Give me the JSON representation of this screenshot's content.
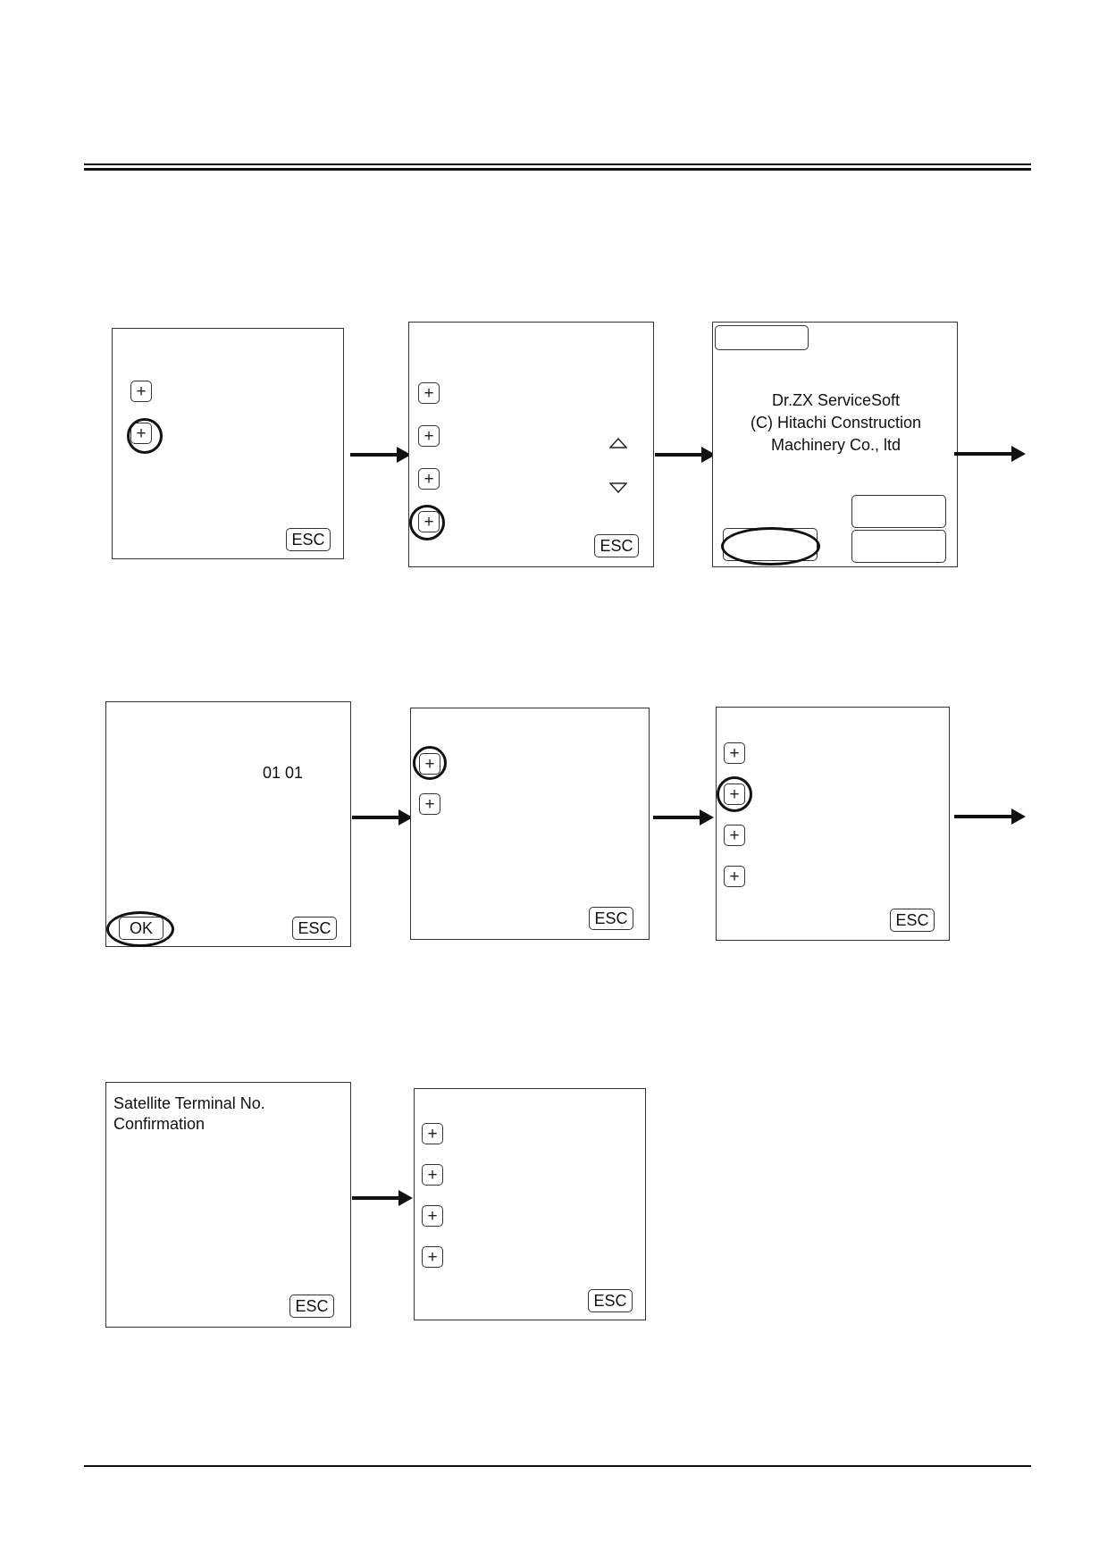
{
  "buttons": {
    "esc": "ESC",
    "ok": "OK",
    "plus": "+"
  },
  "screen_row1_3": {
    "splash_line1": "Dr.ZX ServiceSoft",
    "splash_line2": "(C) Hitachi Construction",
    "splash_line3": "Machinery Co., ltd"
  },
  "screen_row2_1": {
    "value": "01 01"
  },
  "screen_row3_1": {
    "title_line1": "Satellite Terminal No.",
    "title_line2": "Confirmation"
  }
}
